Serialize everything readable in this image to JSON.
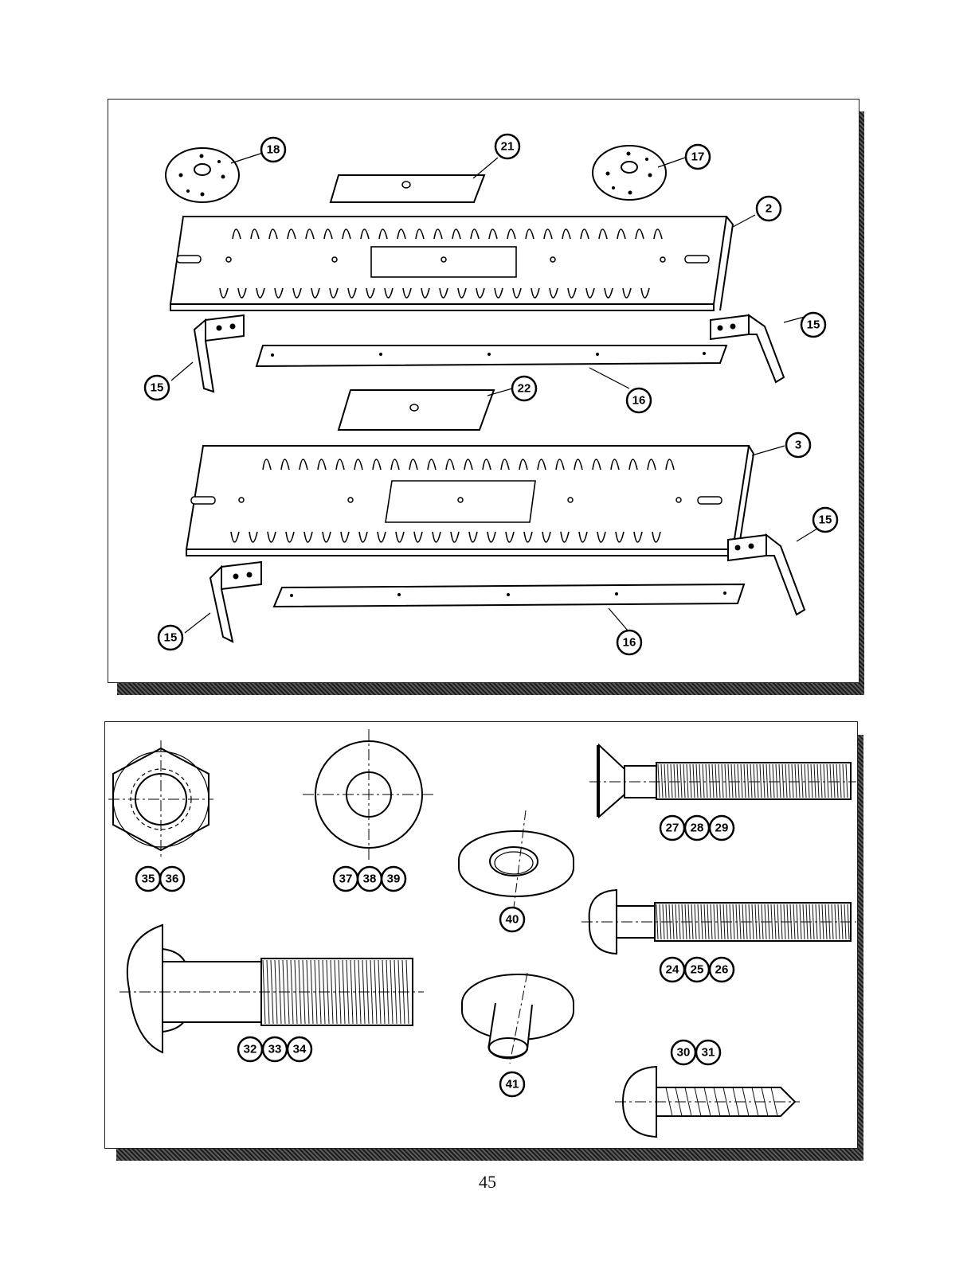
{
  "top_panel": {
    "callouts": {
      "spacer_18": "18",
      "spacer_17": "17",
      "plate_21": "21",
      "template_2": "2",
      "bracket_right_top": "15",
      "bracket_left_top": "15",
      "bar_top": "16",
      "plate_22": "22",
      "template_3": "3",
      "bracket_right_bottom": "15",
      "bracket_left_bottom": "15",
      "bar_bottom": "16"
    }
  },
  "bottom_panel": {
    "callouts": {
      "hex_nut": [
        "35",
        "36"
      ],
      "flat_washer": [
        "37",
        "38",
        "39"
      ],
      "collar_washer": [
        "40"
      ],
      "flanged_bushing": [
        "41"
      ],
      "countersunk_screw": [
        "27",
        "28",
        "29"
      ],
      "pan_head_screw": [
        "24",
        "25",
        "26"
      ],
      "carriage_bolt": [
        "32",
        "33",
        "34"
      ],
      "wood_screw": [
        "30",
        "31"
      ]
    }
  },
  "page_number": "45"
}
